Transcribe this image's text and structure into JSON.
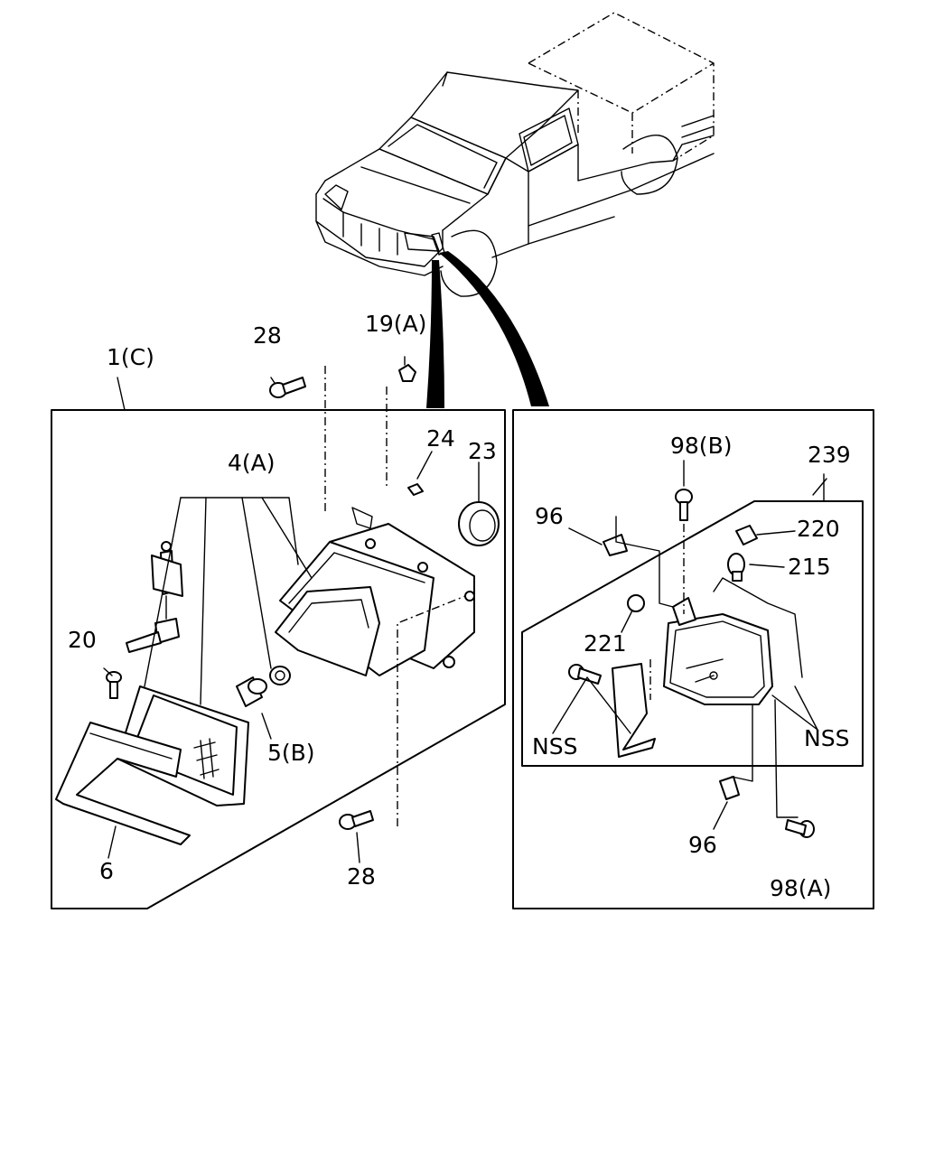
{
  "labels": {
    "assembly_1c": "1(C)",
    "bolt_28_top": "28",
    "nut_19a": "19(A)",
    "clip_24": "24",
    "ring_23": "23",
    "bulb_4a": "4(A)",
    "screw_20": "20",
    "bulb_5b": "5(B)",
    "bezel_6": "6",
    "bolt_28_bottom": "28",
    "screw_98b": "98(B)",
    "assembly_239": "239",
    "clip_96_top": "96",
    "socket_220": "220",
    "bulb_215": "215",
    "grommet_221": "221",
    "nss_left": "NSS",
    "nss_right": "NSS",
    "clip_96_bottom": "96",
    "screw_98a": "98(A)"
  },
  "colors": {
    "line": "#000000",
    "background": "#ffffff"
  }
}
